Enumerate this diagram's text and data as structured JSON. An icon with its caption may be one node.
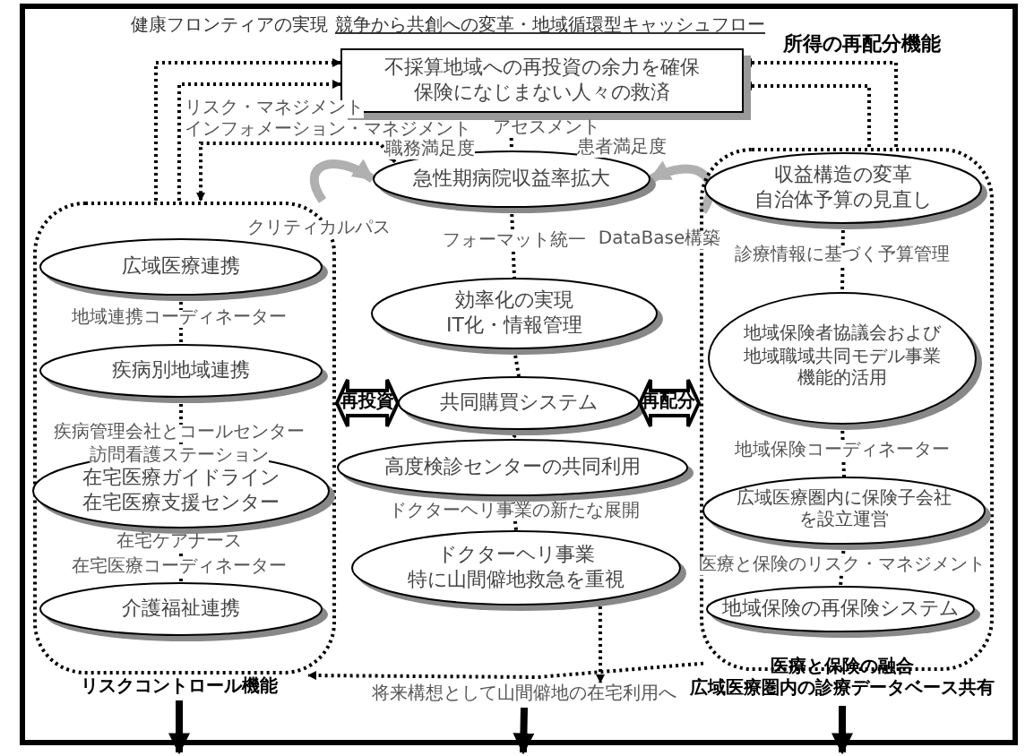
{
  "diagram": {
    "nodes": [
      {
        "text": [
          "不採算地域への再投資の余力を確保",
          "保険になじまない人々の救済"
        ]
      },
      {
        "text": [],
        "shape": "box"
      },
      {
        "text": [
          "広域医療連携"
        ],
        "in": 1
      },
      {
        "text": [
          "疾病別地域連携"
        ],
        "in": 1
      },
      {
        "text": [
          "在宅医療ガイドライン",
          "在宅医療支援センター"
        ],
        "in": 1
      },
      {
        "text": [
          "介護福祉連携"
        ],
        "in": 1
      },
      {
        "text": [
          "急性期病院収益率拡大"
        ]
      },
      {
        "text": [
          "効率化の実現",
          "IT化・情報管理"
        ]
      },
      {
        "text": [
          "共同購買システム"
        ]
      },
      {
        "text": [
          "高度検診センターの共同利用"
        ]
      },
      {
        "text": [
          "ドクターヘリ事業",
          "特に山間僻地救急を重視"
        ]
      },
      {
        "text": [],
        "shape": "box"
      },
      {
        "text": [
          "収益構造の変革",
          "自治体予算の見直し"
        ],
        "in": 11
      },
      {
        "text": [
          "地域保険者協議会および",
          "地域職域共同モデル事業",
          "機能的活用"
        ],
        "in": 11
      },
      {
        "text": [
          "広域医療圏内に保険子会社を設立運営"
        ],
        "in": 11
      },
      {
        "text": [
          "地域保険の再保険システム"
        ],
        "in": 11
      },
      {
        "text": [
          "将来構想として山間僻地の在宅利用へ"
        ]
      },
      {
        "text": [
          "リスクコントロール機能"
        ]
      },
      {
        "text": [
          "医療と保険の融合",
          "広域医療圏内の診療データベース共有"
        ]
      }
    ],
    "edges": [
      {
        "from": 1,
        "to": 0,
        "arrow": "to",
        "style": "dashed"
      },
      {
        "from": 1,
        "to": 0,
        "arrow": "to",
        "style": "dashed"
      },
      {
        "from": 6,
        "to": 1,
        "arrow": "both",
        "style": "dashed"
      },
      {
        "from": 11,
        "to": 0,
        "arrow": "to",
        "style": "dashed"
      },
      {
        "from": 11,
        "to": 0,
        "arrow": "to",
        "style": "dashed"
      },
      {
        "from": 0,
        "to": 6,
        "arrow": "none",
        "style": "dashed",
        "label": "アセスメント"
      },
      {
        "from": 6,
        "to": 7,
        "arrow": "none",
        "style": "dashed",
        "label": "フォーマット統一"
      },
      {
        "from": 7,
        "to": 8,
        "arrow": "none",
        "style": "dashed"
      },
      {
        "from": 8,
        "to": 9,
        "arrow": "none",
        "style": "dashed"
      },
      {
        "from": 9,
        "to": 10,
        "arrow": "none",
        "style": "dashed",
        "label": "ドクターヘリ事業の新たな展開"
      },
      {
        "from": 10,
        "to": 16,
        "arrow": "to",
        "style": "dashed"
      },
      {
        "from": 2,
        "to": 3,
        "arrow": "none",
        "style": "dashed",
        "label": "地域連携コーディネーター"
      },
      {
        "from": 3,
        "to": 4,
        "arrow": "none",
        "style": "dashed"
      },
      {
        "from": 4,
        "to": 5,
        "arrow": "none",
        "style": "dashed"
      },
      {
        "from": 12,
        "to": 13,
        "arrow": "none",
        "style": "dashed",
        "label": "診療情報に基づく予算管理"
      },
      {
        "from": 13,
        "to": 14,
        "arrow": "none",
        "style": "dashed",
        "label": "地域保険コーディネーター"
      },
      {
        "from": 14,
        "to": 15,
        "arrow": "none",
        "style": "dashed",
        "label": "医療と保険のリスク・マネジメント"
      },
      {
        "from": 1,
        "to": 8,
        "arrow": "both",
        "style": "thick",
        "label": "再投資"
      },
      {
        "from": 8,
        "to": 11,
        "arrow": "both",
        "style": "thick",
        "label": "再配分"
      },
      {
        "from": 1,
        "to": 6,
        "arrow": "to",
        "style": "thick",
        "color": "#b0b0b0",
        "label": "クリティカルパス"
      },
      {
        "from": 11,
        "to": 6,
        "arrow": "to",
        "style": "thick",
        "color": "#b0b0b0",
        "label": "DataBase構築"
      },
      {
        "from": 11,
        "to": 1,
        "arrow": "to",
        "style": "dashed"
      },
      {
        "from": 17,
        "to": null,
        "arrow": "to",
        "style": "thick"
      },
      {
        "from": 16,
        "to": null,
        "arrow": "to",
        "style": "thick"
      },
      {
        "from": 18,
        "to": null,
        "arrow": "to",
        "style": "thick"
      }
    ],
    "labels": [
      "健康フロンティアの実現",
      "競争から共創への変革・地域循環型キャッシュフロー",
      "所得の再配分機能",
      "リスク・マネジメント",
      "インフォメーション・マネジメント",
      "職務満足度",
      "患者満足度",
      "疾病管理会社とコールセンター",
      "訪問看護ステーション",
      "在宅ケアナース",
      "在宅医療コーディネーター"
    ]
  }
}
